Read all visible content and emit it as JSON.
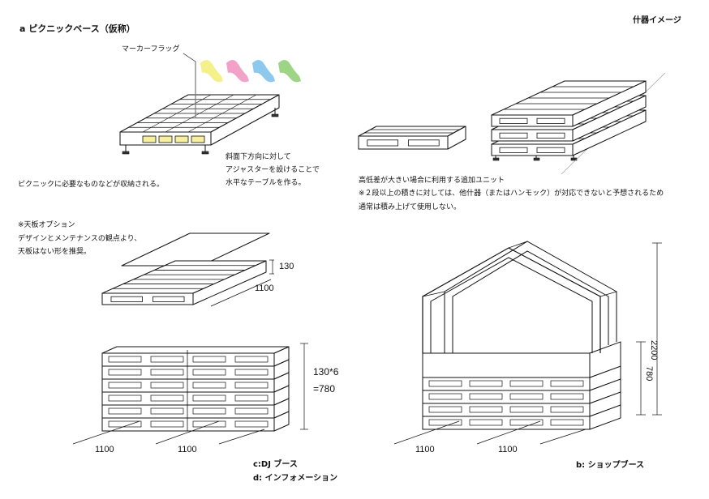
{
  "header": {
    "top_right": "什器イメージ",
    "section_a_title": "a ピクニックベース（仮称）"
  },
  "picnic": {
    "flag_label": "マーカーフラッグ",
    "storage_note": "ピクニックに必要なものなどが収納される。",
    "adjuster_note": [
      "斜面下方向に対して",
      "アジャスターを設けることで",
      "水平なテーブルを作る。"
    ]
  },
  "extra_unit": {
    "notes": [
      "高低差が大きい場合に利用する追加ユニット",
      "※２段以上の積きに対しては、他什器（またはハンモック）が対応できないと予想されるため",
      "通常は積み上げて使用しない。"
    ]
  },
  "top_board_option": {
    "notes": [
      "※天板オプション",
      "デザインとメンテナンスの観点より、",
      "天板はない形を推奨。"
    ],
    "dim_height": "130",
    "dim_length": "1100"
  },
  "dj_booth": {
    "dim_stack_a": "130*6",
    "dim_stack_b": "=780",
    "dim_left": "1100",
    "dim_right": "1100",
    "title_c": "c:DJ ブース",
    "title_d": "d: インフォメーション"
  },
  "shop_booth": {
    "dim_total": "2200",
    "dim_base": "780",
    "dim_left": "1100",
    "dim_right": "1100",
    "title": "b: ショップブース"
  },
  "colors": {
    "line": "#111111",
    "flag_yellow": "#f4f08a",
    "flag_pink": "#f2a2c8",
    "flag_blue": "#8cc9ec",
    "flag_green": "#9ed485",
    "slot_yellow": "#f7efa0",
    "grey_line": "#777777"
  }
}
